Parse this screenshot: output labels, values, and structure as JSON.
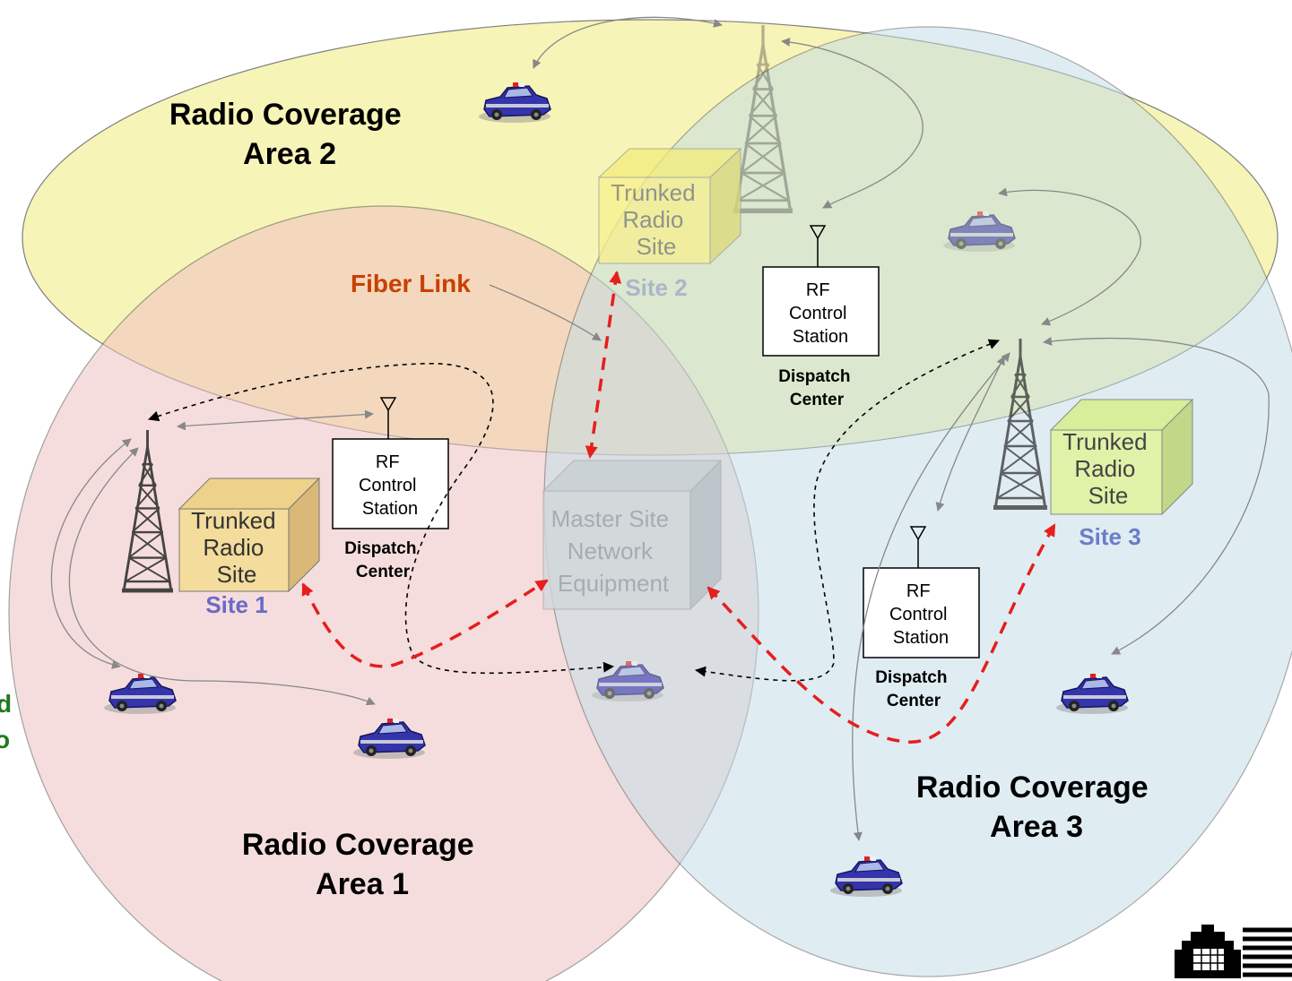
{
  "coverage_areas": [
    {
      "line1": "Radio Coverage",
      "line2": "Area 1"
    },
    {
      "line1": "Radio Coverage",
      "line2": "Area 2"
    },
    {
      "line1": "Radio Coverage",
      "line2": "Area 3"
    }
  ],
  "trunked_sites": [
    {
      "line1": "Trunked",
      "line2": "Radio",
      "line3": "Site",
      "label": "Site 1"
    },
    {
      "line1": "Trunked",
      "line2": "Radio",
      "line3": "Site",
      "label": "Site 2"
    },
    {
      "line1": "Trunked",
      "line2": "Radio",
      "line3": "Site",
      "label": "Site 3"
    }
  ],
  "master_site": {
    "line1": "Master Site",
    "line2": "Network",
    "line3": "Equipment"
  },
  "control_stations": [
    {
      "line1": "RF",
      "line2": "Control",
      "line3": "Station",
      "dispatch1": "Dispatch",
      "dispatch2": "Center"
    },
    {
      "line1": "RF",
      "line2": "Control",
      "line3": "Station",
      "dispatch1": "Dispatch",
      "dispatch2": "Center"
    },
    {
      "line1": "RF",
      "line2": "Control",
      "line3": "Station",
      "dispatch1": "Dispatch",
      "dispatch2": "Center"
    }
  ],
  "fiber_link_label": "Fiber Link",
  "cropped_edge_text": {
    "line1": "d",
    "line2": "o"
  },
  "colors": {
    "area1_fill": "#f2c8c8",
    "area2_fill": "#f4f0a0",
    "area3_fill": "#c4dfe8",
    "fiber_link": "#e61e1e",
    "fiber_label": "#c84000",
    "site_label": "#6a6ac8",
    "police_car": "#3030a8"
  },
  "icons": [
    "radio-tower-icon",
    "antenna-icon",
    "police-car-icon",
    "gear-logo-icon"
  ]
}
